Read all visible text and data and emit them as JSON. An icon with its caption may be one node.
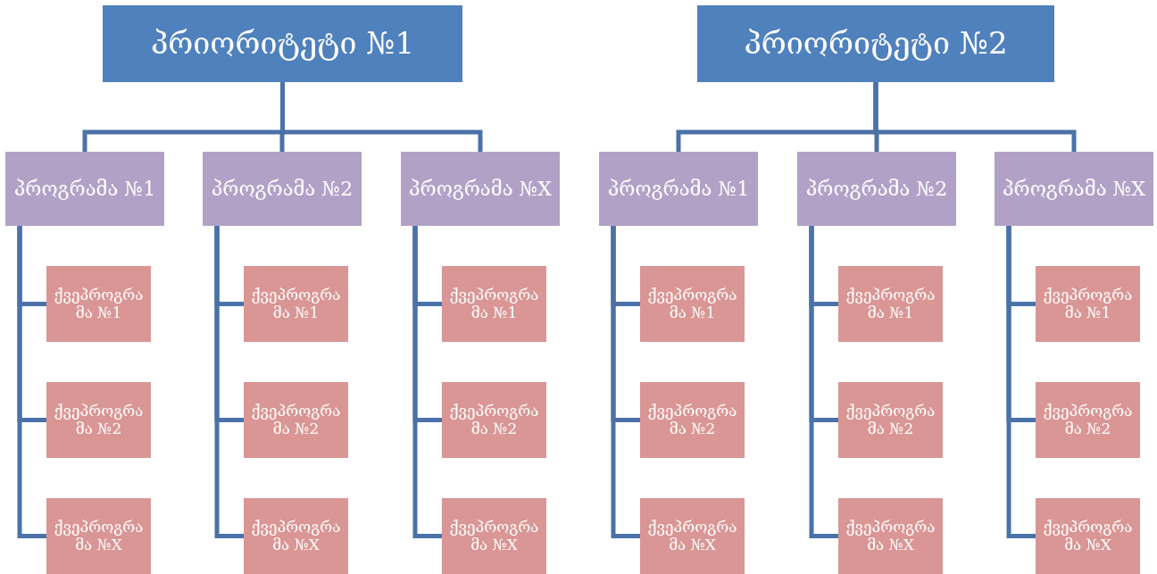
{
  "diagram": {
    "nodes": [
      {
        "text": [
          "პრიორიტეტი №1"
        ]
      },
      {
        "text": [
          "პრიორიტეტი №2"
        ]
      },
      {
        "text": [
          "პროგრამა №1"
        ]
      },
      {
        "text": [
          "პროგრამა №2"
        ]
      },
      {
        "text": [
          "პროგრამა №X"
        ]
      },
      {
        "text": [
          "პროგრამა №1"
        ]
      },
      {
        "text": [
          "პროგრამა №2"
        ]
      },
      {
        "text": [
          "პროგრამა №X"
        ]
      },
      {
        "text": [
          "ქვეპროგრამა №1"
        ]
      },
      {
        "text": [
          "ქვეპროგრამა №2"
        ]
      },
      {
        "text": [
          "ქვეპროგრამა №X"
        ]
      },
      {
        "text": [
          "ქვეპროგრამა №1"
        ]
      },
      {
        "text": [
          "ქვეპროგრამა №2"
        ]
      },
      {
        "text": [
          "ქვეპროგრამა №X"
        ]
      },
      {
        "text": [
          "ქვეპროგრამა №1"
        ]
      },
      {
        "text": [
          "ქვეპროგრამა №2"
        ]
      },
      {
        "text": [
          "ქვეპროგრამა №X"
        ]
      },
      {
        "text": [
          "ქვეპროგრამა №1"
        ]
      },
      {
        "text": [
          "ქვეპროგრამა №2"
        ]
      },
      {
        "text": [
          "ქვეპროგრამა №X"
        ]
      },
      {
        "text": [
          "ქვეპროგრამა №1"
        ]
      },
      {
        "text": [
          "ქვეპროგრამა №2"
        ]
      },
      {
        "text": [
          "ქვეპროგრამა №X"
        ]
      },
      {
        "text": [
          "ქვეპროგრამა №1"
        ]
      },
      {
        "text": [
          "ქვეპროგრამა №2"
        ]
      },
      {
        "text": [
          "ქვეპროგრამა №X"
        ]
      }
    ],
    "edges": [
      {
        "from": 0,
        "to": 2,
        "arrow": "none"
      },
      {
        "from": 0,
        "to": 3,
        "arrow": "none"
      },
      {
        "from": 0,
        "to": 4,
        "arrow": "none"
      },
      {
        "from": 1,
        "to": 5,
        "arrow": "none"
      },
      {
        "from": 1,
        "to": 6,
        "arrow": "none"
      },
      {
        "from": 1,
        "to": 7,
        "arrow": "none"
      },
      {
        "from": 2,
        "to": 8,
        "arrow": "none"
      },
      {
        "from": 2,
        "to": 9,
        "arrow": "none"
      },
      {
        "from": 2,
        "to": 10,
        "arrow": "none"
      },
      {
        "from": 3,
        "to": 11,
        "arrow": "none"
      },
      {
        "from": 3,
        "to": 12,
        "arrow": "none"
      },
      {
        "from": 3,
        "to": 13,
        "arrow": "none"
      },
      {
        "from": 4,
        "to": 14,
        "arrow": "none"
      },
      {
        "from": 4,
        "to": 15,
        "arrow": "none"
      },
      {
        "from": 4,
        "to": 16,
        "arrow": "none"
      },
      {
        "from": 5,
        "to": 17,
        "arrow": "none"
      },
      {
        "from": 5,
        "to": 18,
        "arrow": "none"
      },
      {
        "from": 5,
        "to": 19,
        "arrow": "none"
      },
      {
        "from": 6,
        "to": 20,
        "arrow": "none"
      },
      {
        "from": 6,
        "to": 21,
        "arrow": "none"
      },
      {
        "from": 6,
        "to": 22,
        "arrow": "none"
      },
      {
        "from": 7,
        "to": 23,
        "arrow": "none"
      },
      {
        "from": 7,
        "to": 24,
        "arrow": "none"
      },
      {
        "from": 7,
        "to": 25,
        "arrow": "none"
      }
    ]
  }
}
